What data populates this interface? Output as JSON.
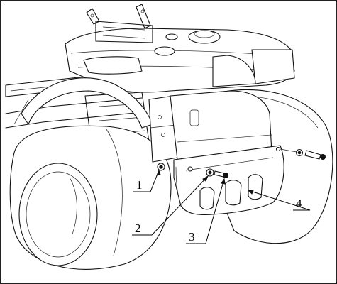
{
  "drawing": {
    "callouts": [
      {
        "id": "1",
        "label": "1"
      },
      {
        "id": "2",
        "label": "2"
      },
      {
        "id": "3",
        "label": "3"
      },
      {
        "id": "4",
        "label": "4"
      }
    ],
    "colors": {
      "line": "#111111",
      "background": "#ffffff"
    }
  }
}
